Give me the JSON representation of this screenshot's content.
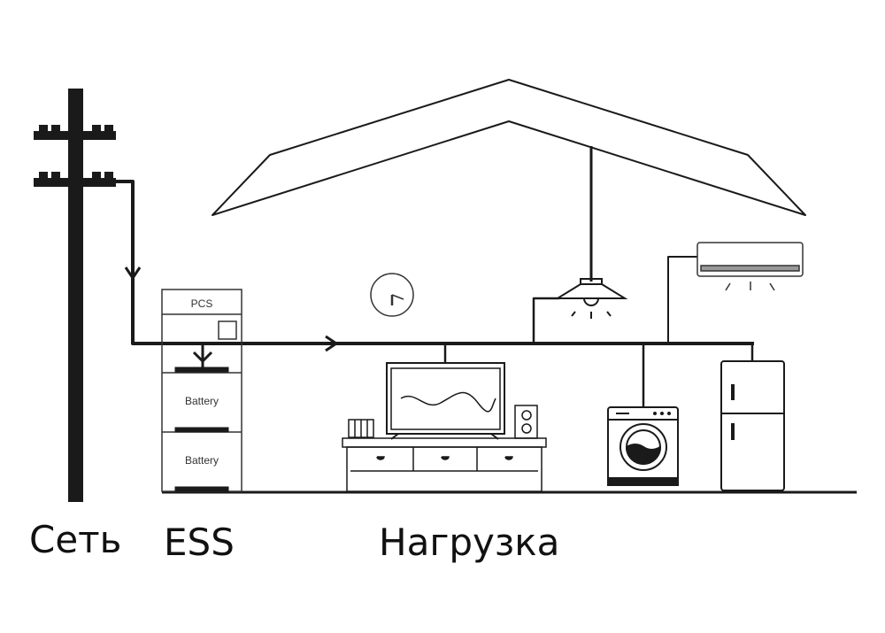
{
  "labels": {
    "grid": "Сеть",
    "ess": "ESS",
    "load": "Нагрузка"
  },
  "ess": {
    "pcs": "PCS",
    "battery1": "Battery",
    "battery2": "Battery"
  },
  "colors": {
    "line": "#1a1a1a",
    "background": "#ffffff"
  }
}
